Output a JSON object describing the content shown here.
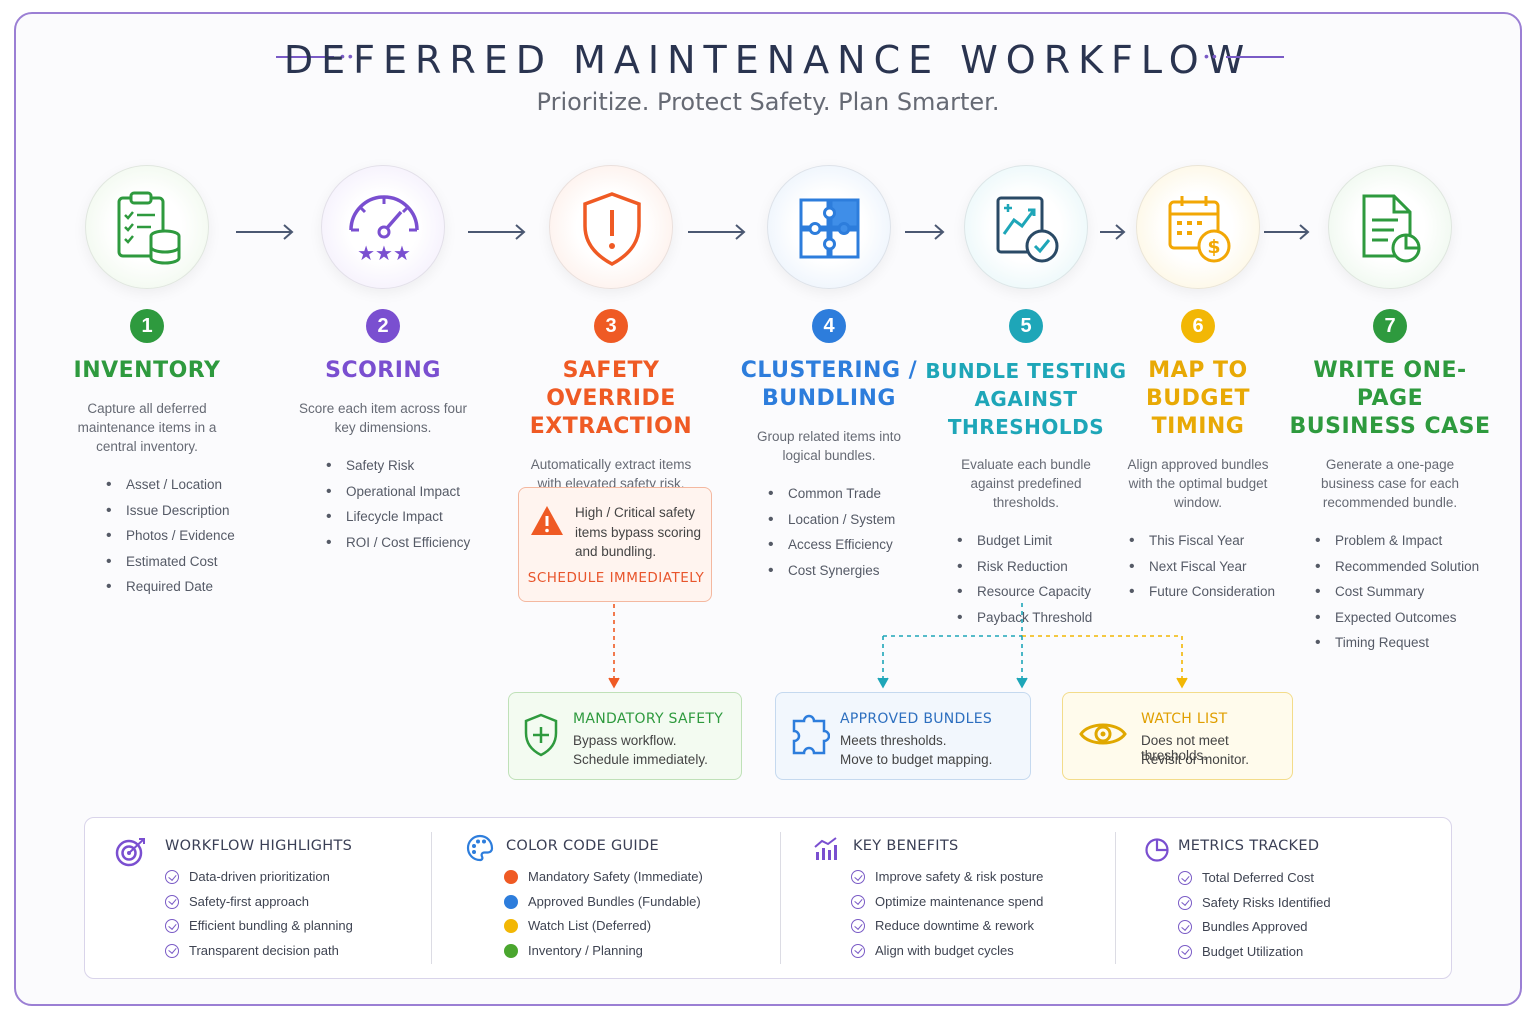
{
  "header": {
    "title": "DEFERRED MAINTENANCE WORKFLOW",
    "subtitle": "Prioritize. Protect Safety. Plan Smarter."
  },
  "colors": {
    "green": "#2e9a3e",
    "purple": "#7a4fd0",
    "orange": "#ef5a24",
    "blue": "#2d7ddc",
    "teal": "#1ea6b8",
    "gold": "#f2b705",
    "darkgreen": "#2e9a3e",
    "frame": "#9b7fd4"
  },
  "steps": [
    {
      "number": "1",
      "title": "INVENTORY",
      "icon": "clipboard-database-icon",
      "description": "Capture all deferred maintenance items in a central inventory.",
      "bullets": [
        "Asset / Location",
        "Issue Description",
        "Photos / Evidence",
        "Estimated Cost",
        "Required Date"
      ]
    },
    {
      "number": "2",
      "title": "SCORING",
      "icon": "gauge-stars-icon",
      "description": "Score each item across four key dimensions.",
      "bullets": [
        "Safety Risk",
        "Operational Impact",
        "Lifecycle Impact",
        "ROI / Cost Efficiency"
      ]
    },
    {
      "number": "3",
      "title_line1": "SAFETY OVERRIDE",
      "title_line2": "EXTRACTION",
      "icon": "shield-alert-icon",
      "description": "Automatically extract items with elevated safety risk.",
      "alert_text": "High / Critical safety items bypass scoring and bundling.",
      "alert_call": "SCHEDULE IMMEDIATELY"
    },
    {
      "number": "4",
      "title_line1": "CLUSTERING /",
      "title_line2": "BUNDLING",
      "icon": "puzzle-icon",
      "description": "Group related items into logical bundles.",
      "bullets": [
        "Common Trade",
        "Location / System",
        "Access Efficiency",
        "Cost Synergies"
      ]
    },
    {
      "number": "5",
      "title_line1": "BUNDLE TESTING",
      "title_line2": "AGAINST THRESHOLDS",
      "icon": "chart-check-icon",
      "description": "Evaluate each bundle against predefined thresholds.",
      "bullets": [
        "Budget Limit",
        "Risk Reduction",
        "Resource Capacity",
        "Payback Threshold"
      ]
    },
    {
      "number": "6",
      "title_line1": "MAP TO BUDGET",
      "title_line2": "TIMING",
      "icon": "calendar-dollar-icon",
      "description": "Align approved bundles with the optimal budget window.",
      "bullets": [
        "This Fiscal Year",
        "Next Fiscal Year",
        "Future Consideration"
      ]
    },
    {
      "number": "7",
      "title_line1": "WRITE ONE-PAGE",
      "title_line2": "BUSINESS CASE",
      "icon": "document-chart-icon",
      "description": "Generate a one-page business case for each recommended bundle.",
      "bullets": [
        "Problem & Impact",
        "Recommended Solution",
        "Cost Summary",
        "Expected Outcomes",
        "Timing Request"
      ]
    }
  ],
  "outcomes": {
    "mandatory": {
      "title": "MANDATORY SAFETY",
      "line1": "Bypass workflow.",
      "line2": "Schedule immediately."
    },
    "approved": {
      "title": "APPROVED BUNDLES",
      "line1": "Meets thresholds.",
      "line2": "Move to budget mapping."
    },
    "watch": {
      "title": "WATCH LIST",
      "line1": "Does not meet thresholds.",
      "line2": "Revisit or monitor."
    }
  },
  "panel": {
    "highlights": {
      "title": "WORKFLOW HIGHLIGHTS",
      "items": [
        "Data-driven prioritization",
        "Safety-first approach",
        "Efficient bundling & planning",
        "Transparent decision path"
      ]
    },
    "color_guide": {
      "title": "COLOR CODE GUIDE",
      "items": [
        {
          "label": "Mandatory Safety (Immediate)",
          "color": "#ef5a24"
        },
        {
          "label": "Approved Bundles (Fundable)",
          "color": "#2d7ddc"
        },
        {
          "label": "Watch List (Deferred)",
          "color": "#f2b705"
        },
        {
          "label": "Inventory / Planning",
          "color": "#4aa62e"
        }
      ]
    },
    "benefits": {
      "title": "KEY BENEFITS",
      "items": [
        "Improve safety & risk posture",
        "Optimize maintenance spend",
        "Reduce downtime & rework",
        "Align with budget cycles"
      ]
    },
    "metrics": {
      "title": "METRICS TRACKED",
      "items": [
        "Total Deferred Cost",
        "Safety Risks Identified",
        "Bundles Approved",
        "Budget Utilization"
      ]
    }
  }
}
